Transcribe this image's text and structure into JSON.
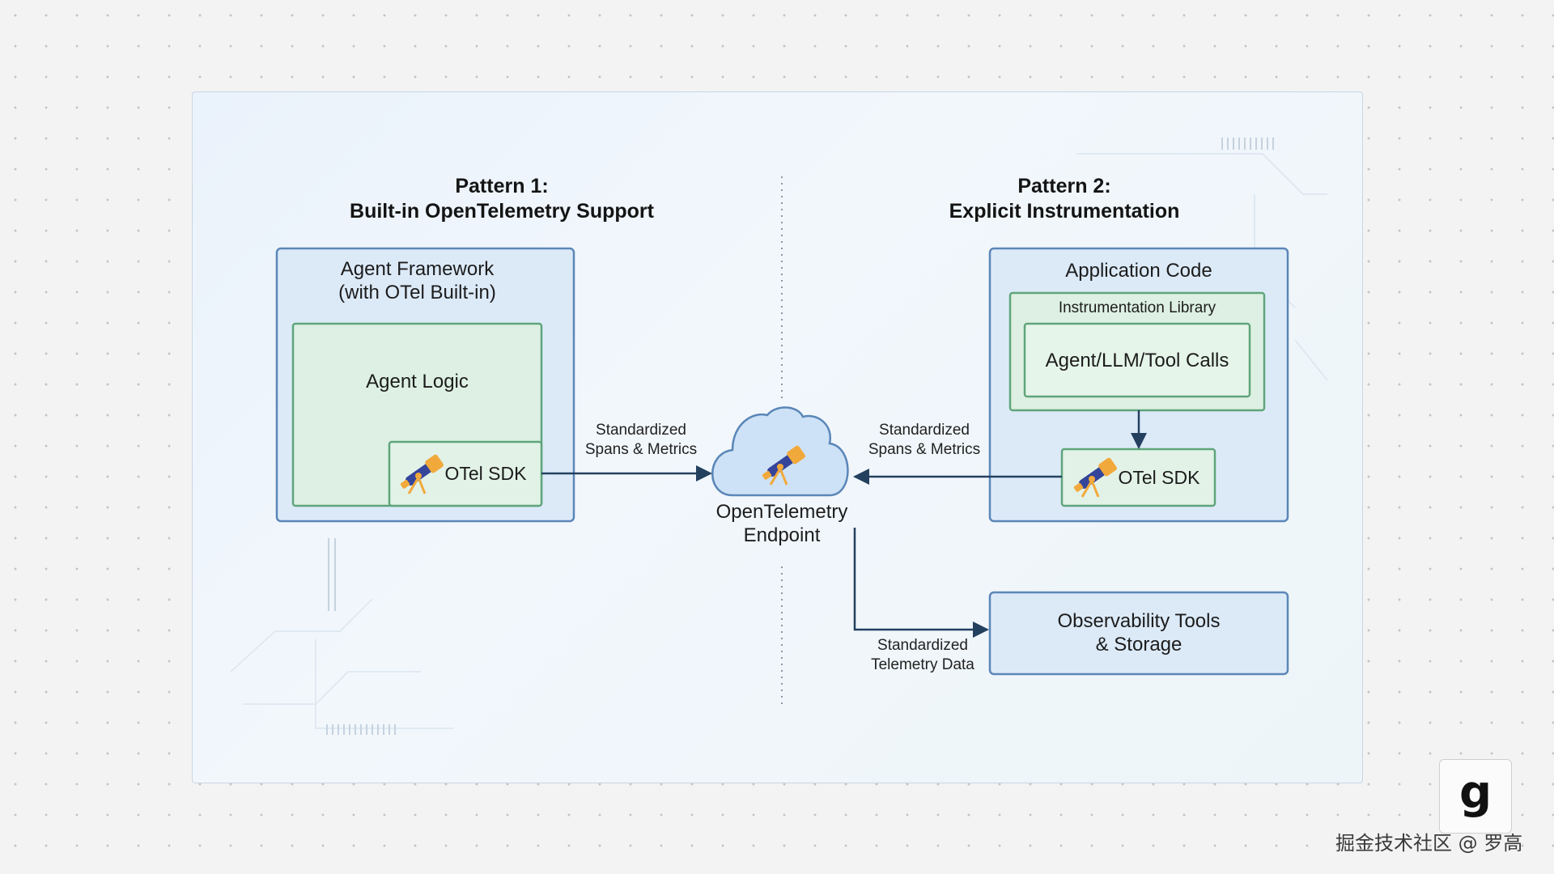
{
  "pattern1": {
    "title_line1": "Pattern 1:",
    "title_line2": "Built-in OpenTelemetry Support",
    "framework_line1": "Agent Framework",
    "framework_line2": "(with OTel Built-in)",
    "agent_logic": "Agent Logic",
    "sdk_label": "OTel SDK",
    "arrow_line1": "Standardized",
    "arrow_line2": "Spans & Metrics"
  },
  "pattern2": {
    "title_line1": "Pattern 2:",
    "title_line2": "Explicit Instrumentation",
    "app_code": "Application Code",
    "instr_library": "Instrumentation Library",
    "calls": "Agent/LLM/Tool Calls",
    "sdk_label": "OTel SDK",
    "arrow_line1": "Standardized",
    "arrow_line2": "Spans & Metrics"
  },
  "endpoint": {
    "line1": "OpenTelemetry",
    "line2": "Endpoint",
    "icon": "telescope-icon"
  },
  "observability": {
    "line1": "Observability Tools",
    "line2": "& Storage",
    "arrow_line1": "Standardized",
    "arrow_line2": "Telemetry Data"
  },
  "badge": {
    "letter": "g"
  },
  "watermark": "掘金技术社区 @ 罗高",
  "colors": {
    "outer_box_fill": "#dceaf8",
    "outer_box_stroke": "#5b86b8",
    "green_fill": "#ddf0e3",
    "green_stroke": "#5fa57b",
    "arrow": "#24405f",
    "cloud_fill": "#cde2f6"
  }
}
